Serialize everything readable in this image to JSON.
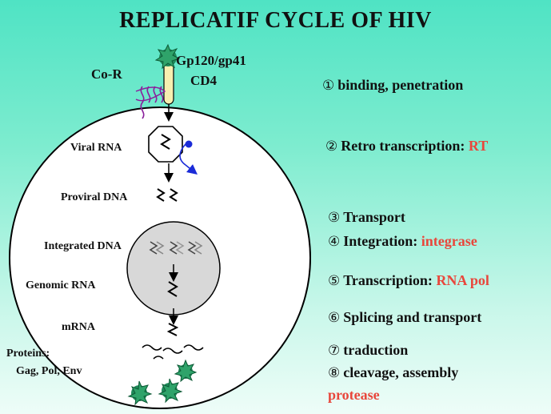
{
  "title": "REPLICATIF CYCLE OF HIV",
  "virus_labels": {
    "co_receptor": "Co-R",
    "glycoprotein": "Gp120/gp41",
    "receptor": "CD4"
  },
  "cell_labels": {
    "viral_rna": "Viral RNA",
    "proviral_dna": "Proviral DNA",
    "integrated_dna": "Integrated DNA",
    "genomic_rna": "Genomic RNA",
    "mrna": "mRNA",
    "proteins": "Proteins:",
    "protein_list": "Gag, Pol, Env"
  },
  "steps": [
    {
      "num": "①",
      "text": "binding, penetration",
      "enzyme": ""
    },
    {
      "num": "②",
      "text": "Retro  transcription:",
      "enzyme": "RT"
    },
    {
      "num": "③",
      "text": "Transport",
      "enzyme": ""
    },
    {
      "num": "④",
      "text": "Integration:",
      "enzyme": "integrase"
    },
    {
      "num": "⑤",
      "text": "Transcription:",
      "enzyme": "RNA pol"
    },
    {
      "num": "⑥",
      "text": "Splicing and transport",
      "enzyme": ""
    },
    {
      "num": "⑦",
      "text": "traduction",
      "enzyme": ""
    },
    {
      "num": "⑧",
      "text": "cleavage, assembly",
      "enzyme": ""
    },
    {
      "num": "",
      "text": "",
      "enzyme": "protease"
    }
  ],
  "colors": {
    "cell_fill": "#ffffff",
    "nucleus_fill": "#d6d6d6",
    "virus": "#1f8a5a",
    "enzyme_text": "#e8473c",
    "rt_arrow": "#1a2bd8",
    "coreceptor": "#8a1f9c"
  }
}
